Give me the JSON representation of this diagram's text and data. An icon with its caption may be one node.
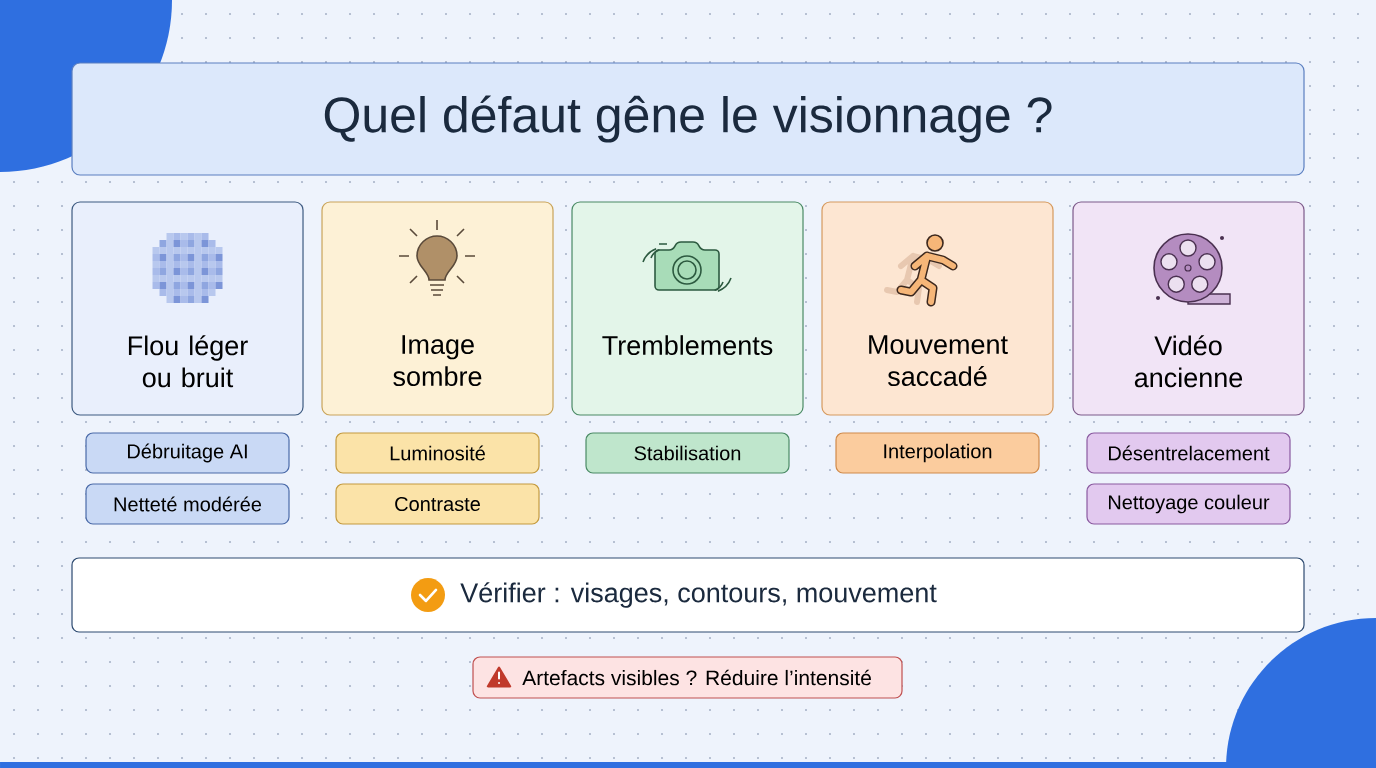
{
  "diagram": {
    "title": "Quel défaut gêne le visionnage ?",
    "nodes": [
      {
        "text": [
          "Flou léger ou bruit"
        ]
      },
      {
        "text": [
          "Image sombre"
        ]
      },
      {
        "text": [
          "Tremblements"
        ]
      },
      {
        "text": [
          "Mouvement saccadé"
        ]
      },
      {
        "text": [
          "Vidéo ancienne"
        ]
      },
      {
        "text": [
          "Débruitage AI"
        ]
      },
      {
        "text": [
          "Netteté modérée"
        ]
      },
      {
        "text": [
          "Luminosité"
        ]
      },
      {
        "text": [
          "Contraste"
        ]
      },
      {
        "text": [
          "Stabilisation"
        ]
      },
      {
        "text": [
          "Interpolation"
        ]
      },
      {
        "text": [
          "Désentrelacement"
        ]
      },
      {
        "text": [
          "Nettoyage couleur"
        ]
      },
      {
        "text": [
          "Vérifier : visages, contours, mouvement"
        ]
      },
      {
        "text": [
          "Artefacts visibles ? Réduire l’intensité"
        ]
      }
    ]
  }
}
